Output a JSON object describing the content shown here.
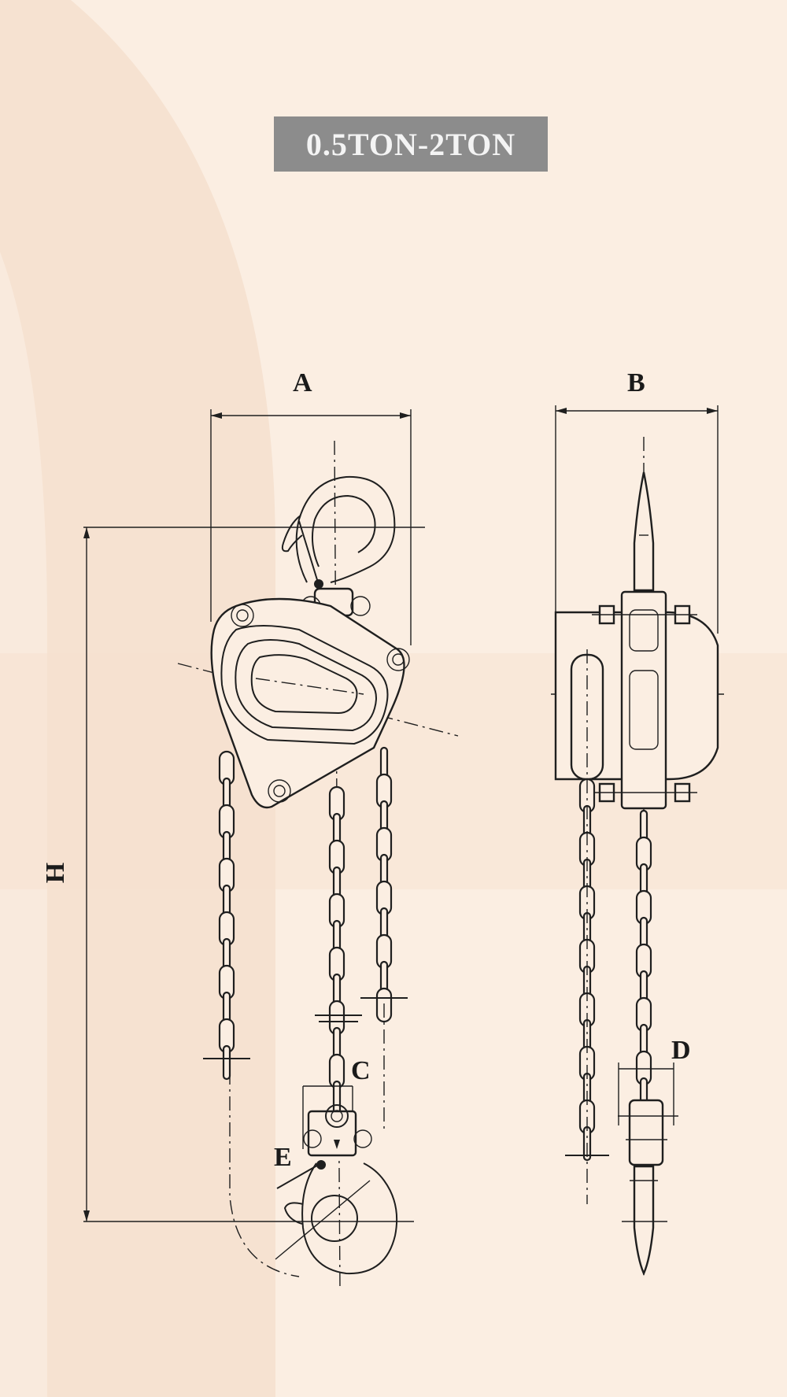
{
  "title": "0.5TON-2TON",
  "labels": {
    "a": "A",
    "b": "B",
    "c": "C",
    "d": "D",
    "e": "E",
    "h": "H"
  },
  "colors": {
    "background": "#fbeee2",
    "badge": "#8c8c8c",
    "badge_text": "#f4f4f4",
    "line": "#1f1f1f"
  }
}
